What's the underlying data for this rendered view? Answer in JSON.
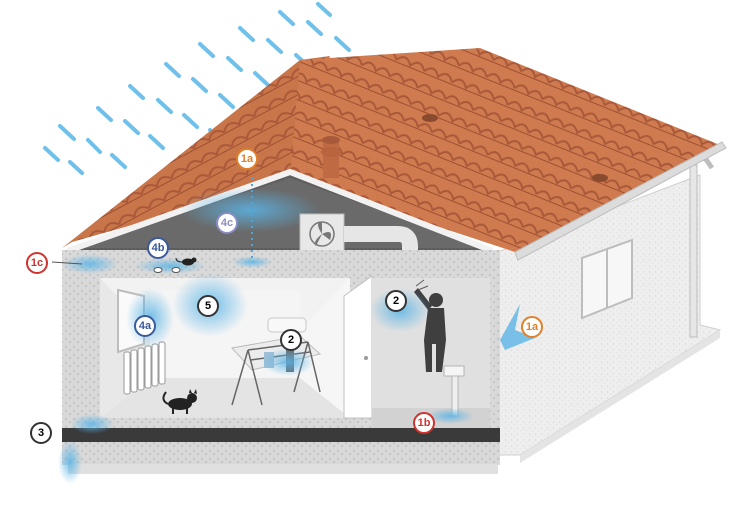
{
  "colors": {
    "orange": "#e0802a",
    "red": "#d0322e",
    "blue": "#3a5a9c",
    "lavender": "#8c8cc4",
    "dark": "#333333",
    "water": "#5ab4e6",
    "roof": "#c9754a",
    "wall": "#f3f3f3"
  },
  "markers": {
    "m1a_top": {
      "label": "1a",
      "color": "orange"
    },
    "m1a_side": {
      "label": "1a",
      "color": "orange"
    },
    "m1b": {
      "label": "1b",
      "color": "red"
    },
    "m1c": {
      "label": "1c",
      "color": "red"
    },
    "m2_bath": {
      "label": "2",
      "color": "dark"
    },
    "m2_bed": {
      "label": "2",
      "color": "dark"
    },
    "m3": {
      "label": "3",
      "color": "dark"
    },
    "m4a": {
      "label": "4a",
      "color": "blue"
    },
    "m4b": {
      "label": "4b",
      "color": "blue"
    },
    "m4c": {
      "label": "4c",
      "color": "lavender"
    },
    "m5": {
      "label": "5",
      "color": "dark"
    }
  },
  "icons": [
    "rain-icon",
    "fan-icon",
    "cat-icon",
    "mouse-icon",
    "person-showering-icon",
    "radiator-icon",
    "window-icon",
    "drying-rack-icon",
    "bed-icon",
    "sink-icon",
    "chimney-icon"
  ]
}
